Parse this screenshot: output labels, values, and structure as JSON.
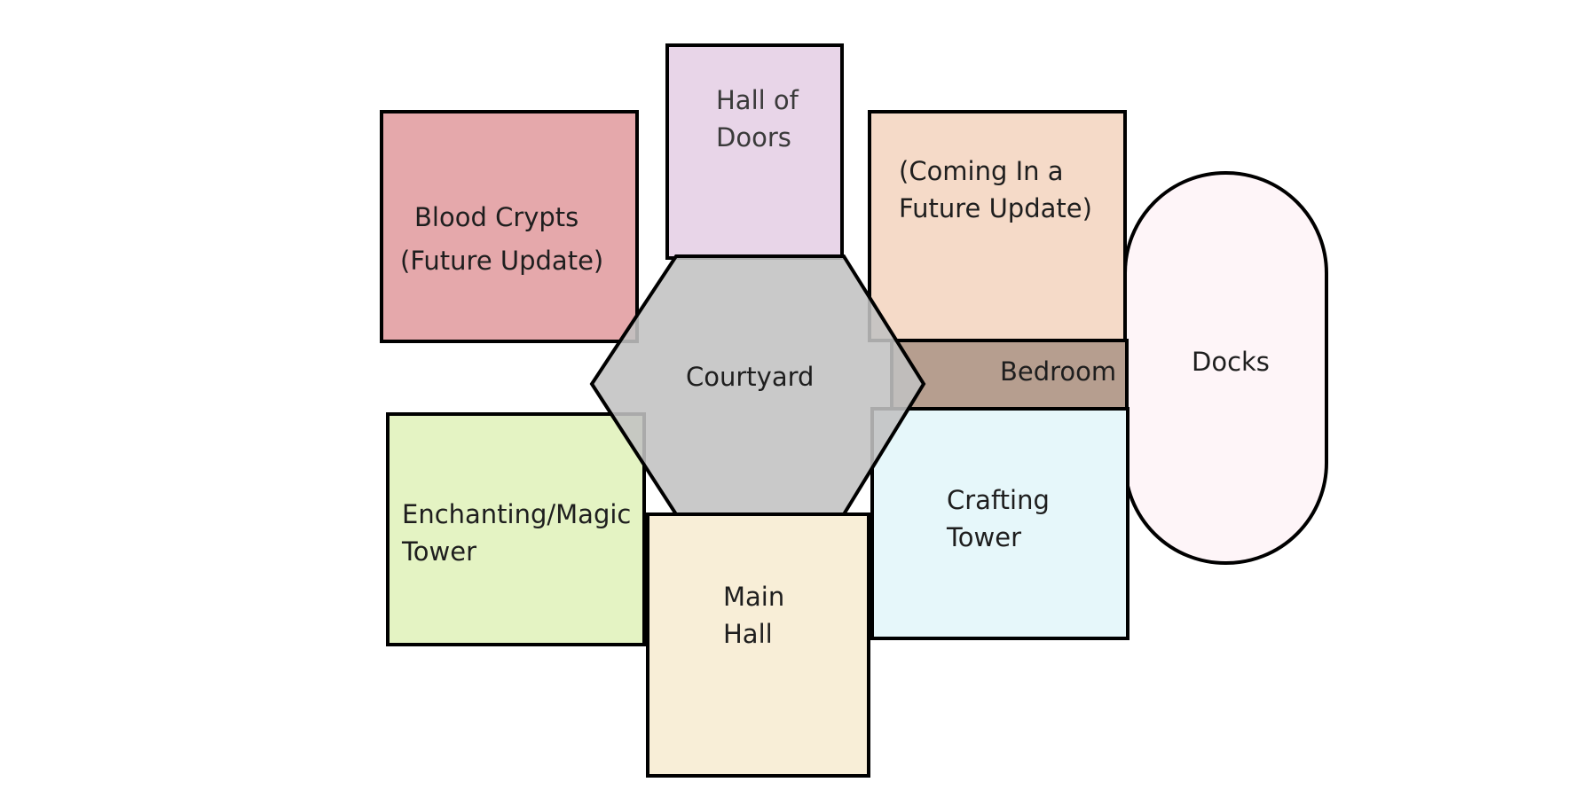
{
  "rooms": {
    "hall_of_doors": {
      "line1": "Hall of",
      "line2": "Doors",
      "fill": "#e8d5e8"
    },
    "blood_crypts": {
      "line1": "Blood Crypts",
      "line2": "(Future Update)",
      "fill": "#e5a8ab"
    },
    "coming_update": {
      "line1": "(Coming In a",
      "line2": "Future Update)",
      "fill": "#f5dac8"
    },
    "courtyard": {
      "label": "Courtyard",
      "fill": "#c2c2c2"
    },
    "bedroom": {
      "label": "Bedroom",
      "fill": "#b69e8f"
    },
    "docks": {
      "label": "Docks",
      "fill": "#fef5f8"
    },
    "enchanting_tower": {
      "line1": "Enchanting/Magic",
      "line2": "Tower",
      "fill": "#e4f3c3"
    },
    "main_hall": {
      "line1": "Main",
      "line2": "Hall",
      "fill": "#f8eed7"
    },
    "crafting_tower": {
      "line1": "Crafting",
      "line2": "Tower",
      "fill": "#e6f7fa"
    }
  },
  "colors": {
    "stroke": "#000000",
    "background": "#ffffff"
  }
}
